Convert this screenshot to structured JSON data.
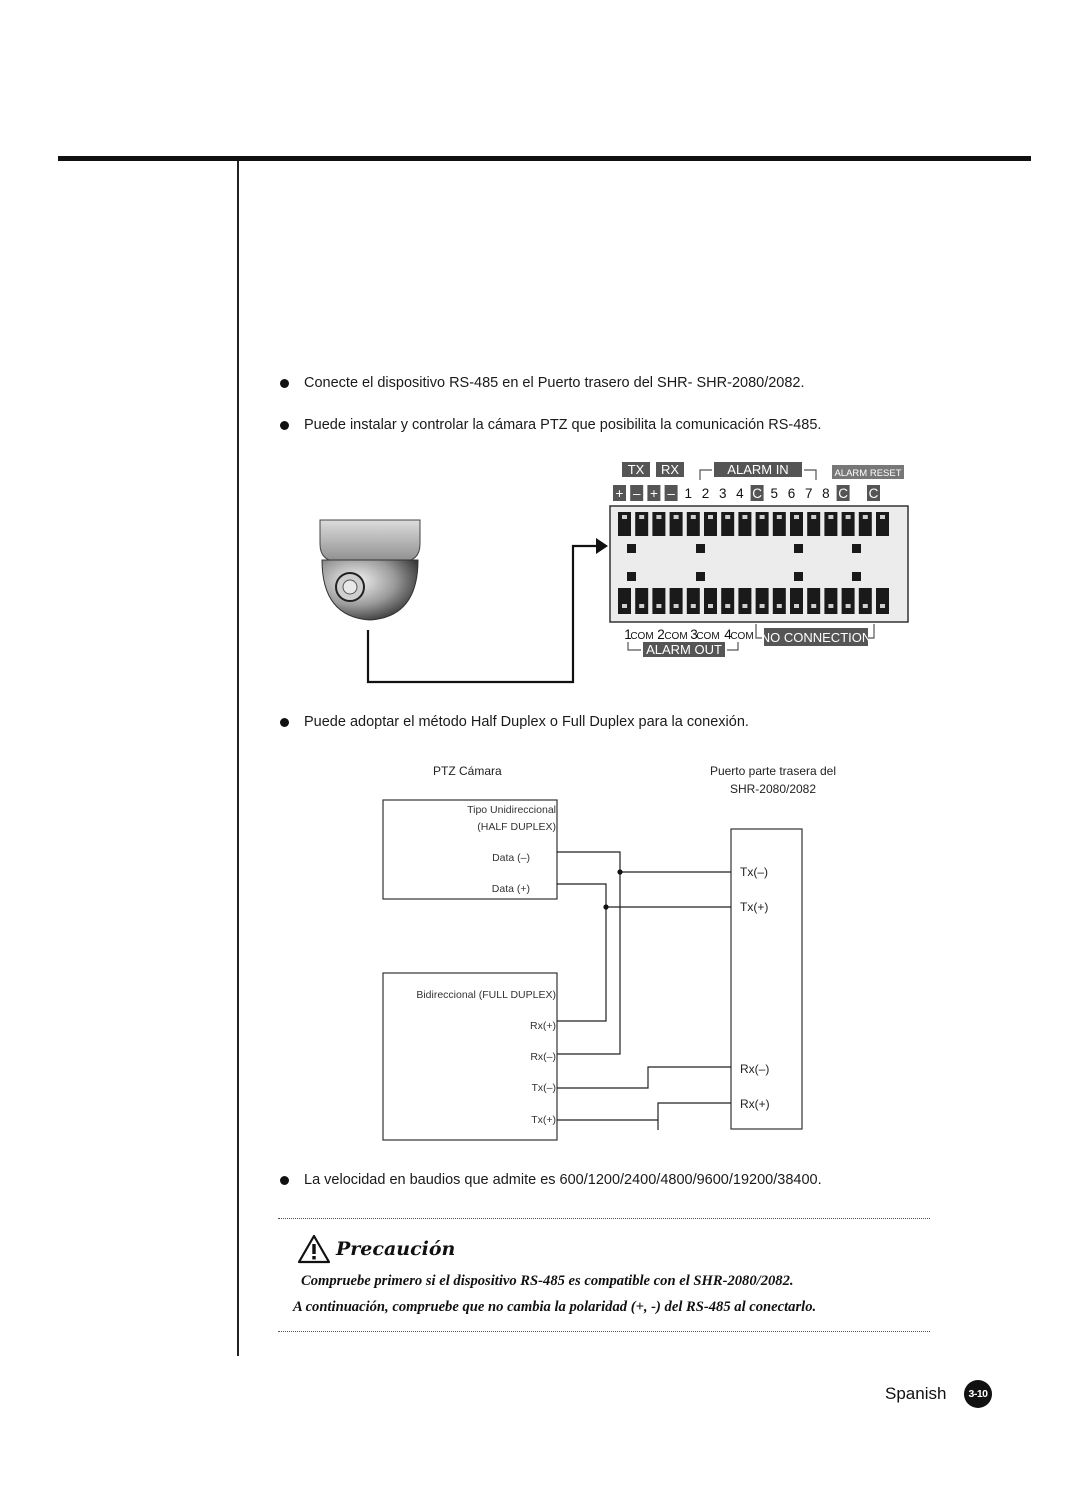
{
  "bullets": [
    "Conecte el dispositivo RS-485 en el Puerto trasero del SHR- SHR-2080/2082.",
    "Puede instalar y controlar la cámara PTZ que posibilita la comunicación RS-485.",
    "Puede adoptar el método Half Duplex o Full Duplex para la conexión.",
    "La velocidad en baudios que admite es 600/1200/2400/4800/9600/19200/38400."
  ],
  "rear_panel": {
    "tx": "TX",
    "rx": "RX",
    "alarm_in": "ALARM IN",
    "alarm_reset": "ALARM RESET",
    "polarity": [
      "+",
      "–",
      "+",
      "–"
    ],
    "inputs_1_4": [
      "1",
      "2",
      "3",
      "4"
    ],
    "common": "C",
    "inputs_5_8": [
      "5",
      "6",
      "7",
      "8"
    ],
    "outputs": [
      "1",
      "COM",
      "2",
      "COM",
      "3",
      "COM",
      "4",
      "COM"
    ],
    "no_connection": "NO CONNECTION",
    "alarm_out": "ALARM OUT"
  },
  "wiring": {
    "camera_label": "PTZ Cámara",
    "port_label_line1": "Puerto parte trasera del",
    "port_label_line2": "SHR-2080/2082",
    "half_title_line1": "Tipo Unidireccional",
    "half_title_line2": "(HALF DUPLEX)",
    "half_pins": [
      "Data (–)",
      "Data (+)"
    ],
    "full_title": "Bidireccional (FULL DUPLEX)",
    "full_pins": [
      "Rx(+)",
      "Rx(–)",
      "Tx(–)",
      "Tx(+)"
    ],
    "port_pins": [
      "Tx(–)",
      "Tx(+)",
      "Rx(–)",
      "Rx(+)"
    ]
  },
  "caution": {
    "title": "Precaución",
    "line1": "Compruebe primero si el dispositivo RS-485 es compatible con el SHR-2080/2082.",
    "line2": "A continuación, compruebe que no cambia la polaridad (+, -) del RS-485 al conectarlo."
  },
  "footer": {
    "language": "Spanish",
    "page": "3-10"
  }
}
